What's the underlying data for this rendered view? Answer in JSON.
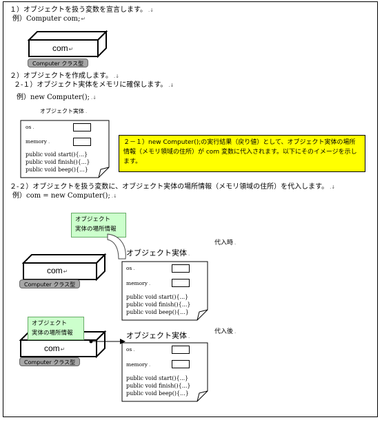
{
  "step1": {
    "title": "１）オブジェクトを扱う変数を宣言します。",
    "example": "例）Computer com;"
  },
  "step2": {
    "title": "２）オブジェクトを作成します。",
    "sub1_title": "２-１）オブジェクト実体をメモリに確保します。",
    "sub1_example": "例）new Computer();",
    "sub2_title": "２-２）オブジェクトを扱う変数に、オブジェクト実体の場所情報（メモリ領域の住所）を代入します。",
    "sub2_example": "例）com = new Computer();"
  },
  "variable_box": {
    "label": "com",
    "type_badge": "Computer クラス型"
  },
  "object_instance": {
    "label": "オブジェクト実体",
    "fields": [
      "os",
      "memory"
    ],
    "methods": [
      "public void start(){...}",
      "public void finish(){...}",
      "public void beep(){...}"
    ]
  },
  "highlight_note": "２－１）new Computer();の実行結果（戻り値）として、オブジェクト実体の場所情報（メモリ領域の住所）が com 変数に代入されます。以下にそのイメージを示します。",
  "callout": {
    "line1": "オブジェクト",
    "line2": "実体の場所情報"
  },
  "labels": {
    "during_assign": "代入時",
    "after_assign": "代入後"
  },
  "colors": {
    "highlight_bg": "#ffff00",
    "callout_bg": "#ccffcc",
    "badge_bg": "#a6a6a6"
  }
}
